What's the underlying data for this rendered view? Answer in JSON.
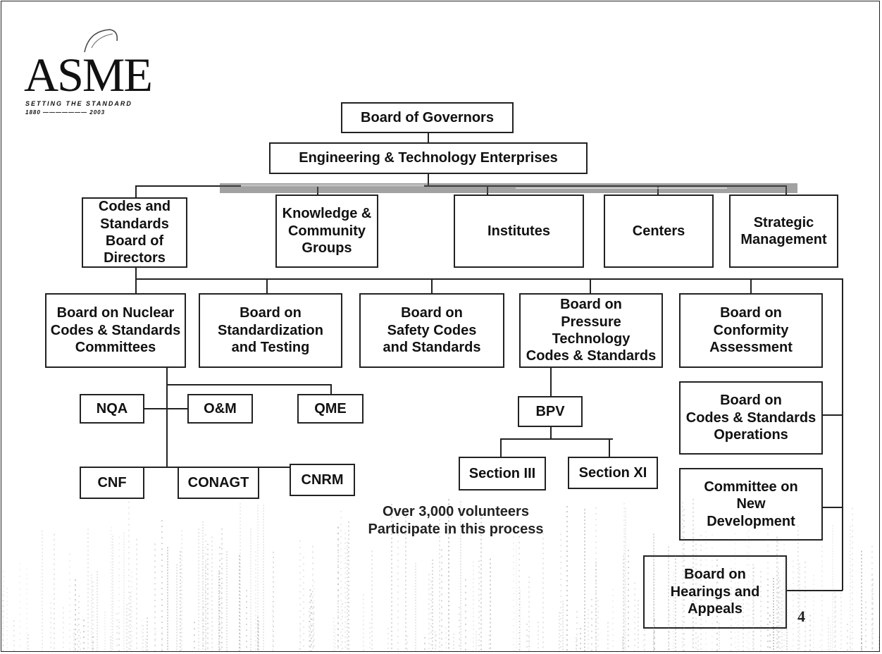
{
  "logo": {
    "wordmark": "ASME",
    "tagline": "SETTING THE STANDARD",
    "years": "1880 ——————— 2003"
  },
  "org_chart": {
    "board_of_governors": "Board of Governors",
    "enterprises": "Engineering & Technology Enterprises",
    "level2": [
      "Codes and\nStandards\nBoard of\nDirectors",
      "Knowledge &\nCommunity\nGroups",
      "Institutes",
      "Centers",
      "Strategic\nManagement"
    ],
    "boards": [
      "Board on Nuclear\nCodes & Standards\nCommittees",
      "Board on\nStandardization\nand Testing",
      "Board on\nSafety Codes\nand Standards",
      "Board on\nPressure Technology\nCodes & Standards",
      "Board on\nConformity\nAssessment",
      "Board on\nCodes & Standards\nOperations",
      "Committee on\nNew\nDevelopment",
      "Board on\nHearings and\nAppeals"
    ],
    "nuclear_committees": {
      "nqa": "NQA",
      "om": "O&M",
      "qme": "QME",
      "cnf": "CNF",
      "conagt": "CONAGT",
      "cnrm": "CNRM"
    },
    "pressure": {
      "bpv": "BPV",
      "section_iii": "Section III",
      "section_xi": "Section XI"
    }
  },
  "note": {
    "line1": "Over 3,000 volunteers",
    "line2": "Participate in this process"
  },
  "page_number": "4"
}
